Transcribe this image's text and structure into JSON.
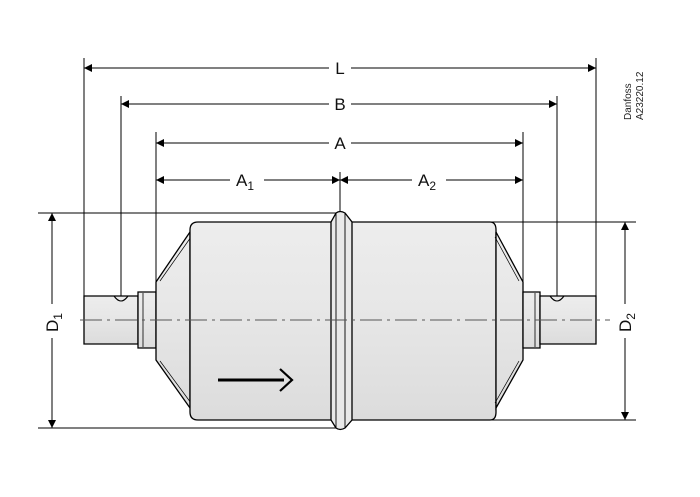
{
  "drawing": {
    "dimensions": {
      "L": "L",
      "B": "B",
      "A": "A",
      "A1": {
        "letter": "A",
        "sub": "1"
      },
      "A2": {
        "letter": "A",
        "sub": "2"
      },
      "D1": {
        "letter": "D",
        "sub": "1"
      },
      "D2": {
        "letter": "D",
        "sub": "2"
      }
    },
    "credit": {
      "brand": "Danfoss",
      "code": "A23220.12"
    }
  }
}
